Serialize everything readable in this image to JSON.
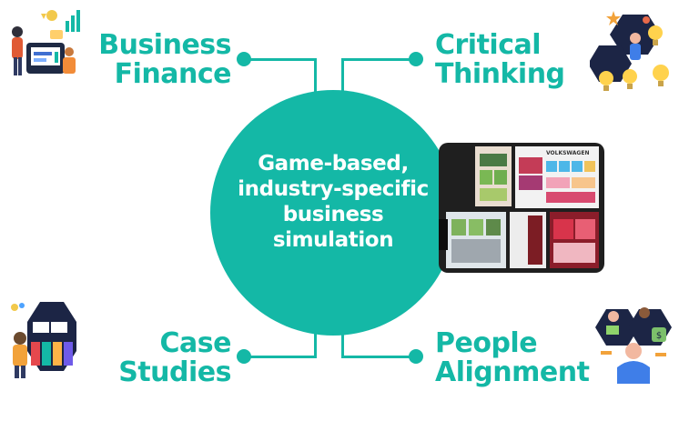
{
  "colors": {
    "accent": "#14b8a6",
    "background": "#ffffff",
    "hub_text": "#ffffff"
  },
  "center": {
    "line1": "Game-based,",
    "line2": "industry-specific",
    "line3": "business",
    "line4": "simulation"
  },
  "nodes": {
    "business_finance": {
      "line1": "Business",
      "line2": "Finance",
      "icon": "finance-dashboard-icon"
    },
    "critical_thinking": {
      "line1": "Critical",
      "line2": "Thinking",
      "icon": "lightbulb-ideas-icon"
    },
    "case_studies": {
      "line1": "Case",
      "line2": "Studies",
      "icon": "presentation-board-icon"
    },
    "people_alignment": {
      "line1": "People",
      "line2": "Alignment",
      "icon": "team-collaboration-icon"
    }
  },
  "screenshot": {
    "brand_text": "VOLKSWAGEN",
    "icon": "simulation-screenshot-icon"
  }
}
